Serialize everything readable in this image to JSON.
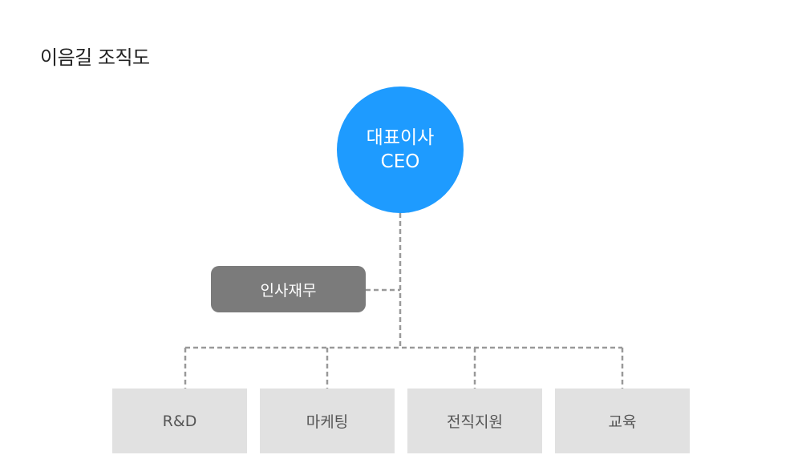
{
  "title": "이음길 조직도",
  "ceo": {
    "title_ko": "대표이사",
    "title_en": "CEO"
  },
  "staff": {
    "label": "인사재무"
  },
  "departments": [
    {
      "label": "R&D"
    },
    {
      "label": "마케팅"
    },
    {
      "label": "전직지원"
    },
    {
      "label": "교육"
    }
  ],
  "colors": {
    "ceo": "#1e9bff",
    "staff": "#7b7b7b",
    "department": "#e1e1e1",
    "connector": "#999999"
  }
}
